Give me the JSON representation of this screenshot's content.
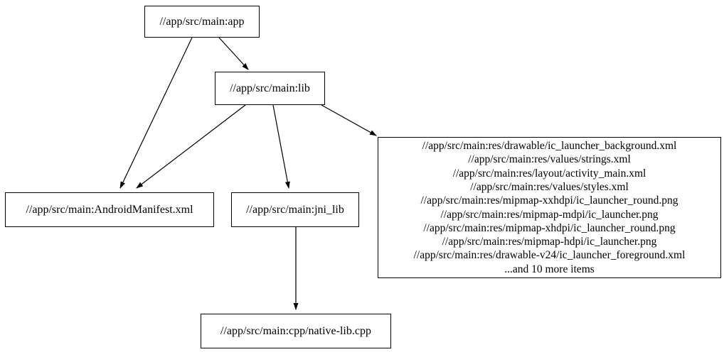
{
  "graph": {
    "background_color": "#ffffff",
    "node_border_color": "#000000",
    "edge_color": "#000000",
    "text_color": "#000000",
    "nodes": {
      "app": {
        "label": "//app/src/main:app"
      },
      "lib": {
        "label": "//app/src/main:lib"
      },
      "manifest": {
        "label": "//app/src/main:AndroidManifest.xml"
      },
      "jni_lib": {
        "label": "//app/src/main:jni_lib"
      },
      "native_lib": {
        "label": "//app/src/main:cpp/native-lib.cpp"
      },
      "resources": {
        "lines": [
          "//app/src/main:res/drawable/ic_launcher_background.xml",
          "//app/src/main:res/values/strings.xml",
          "//app/src/main:res/layout/activity_main.xml",
          "//app/src/main:res/values/styles.xml",
          "//app/src/main:res/mipmap-xxhdpi/ic_launcher_round.png",
          "//app/src/main:res/mipmap-mdpi/ic_launcher.png",
          "//app/src/main:res/mipmap-xhdpi/ic_launcher_round.png",
          "//app/src/main:res/mipmap-hdpi/ic_launcher.png",
          "//app/src/main:res/drawable-v24/ic_launcher_foreground.xml",
          "...and 10 more items"
        ]
      }
    },
    "edges": [
      {
        "from": "app",
        "to": "lib"
      },
      {
        "from": "app",
        "to": "manifest"
      },
      {
        "from": "lib",
        "to": "manifest"
      },
      {
        "from": "lib",
        "to": "jni_lib"
      },
      {
        "from": "lib",
        "to": "resources"
      },
      {
        "from": "jni_lib",
        "to": "native_lib"
      }
    ]
  }
}
